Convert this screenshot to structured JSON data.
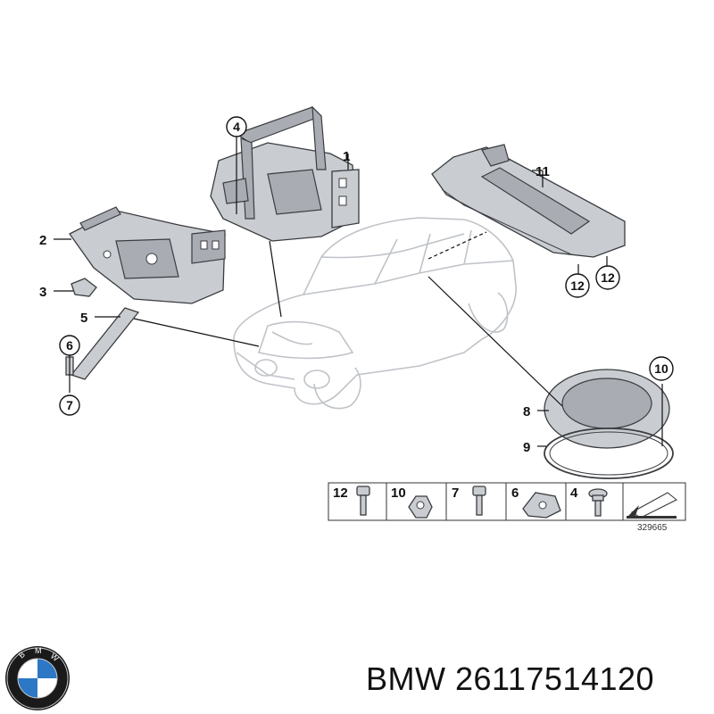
{
  "callouts": {
    "c1": "1",
    "c2": "2",
    "c3": "3",
    "c4": "4",
    "c5": "5",
    "c6": "6",
    "c7": "7",
    "c8": "8",
    "c9": "9",
    "c10": "10",
    "c11": "11",
    "c12a": "12",
    "c12b": "12"
  },
  "legend": {
    "items": [
      {
        "num": "12",
        "icon": "bolt-icon"
      },
      {
        "num": "10",
        "icon": "nut-icon"
      },
      {
        "num": "7",
        "icon": "bolt-icon"
      },
      {
        "num": "6",
        "icon": "clip-nut-icon"
      },
      {
        "num": "4",
        "icon": "flange-bolt-icon"
      },
      {
        "num": "",
        "icon": "arrow-icon"
      }
    ],
    "ref": "329665"
  },
  "logo": {
    "name": "BMW",
    "icon": "bmw-roundel-icon",
    "colors": {
      "blue": "#2c77c6",
      "ring": "#1a1a1a"
    }
  },
  "footer": {
    "text": "BMW 26117514120"
  }
}
